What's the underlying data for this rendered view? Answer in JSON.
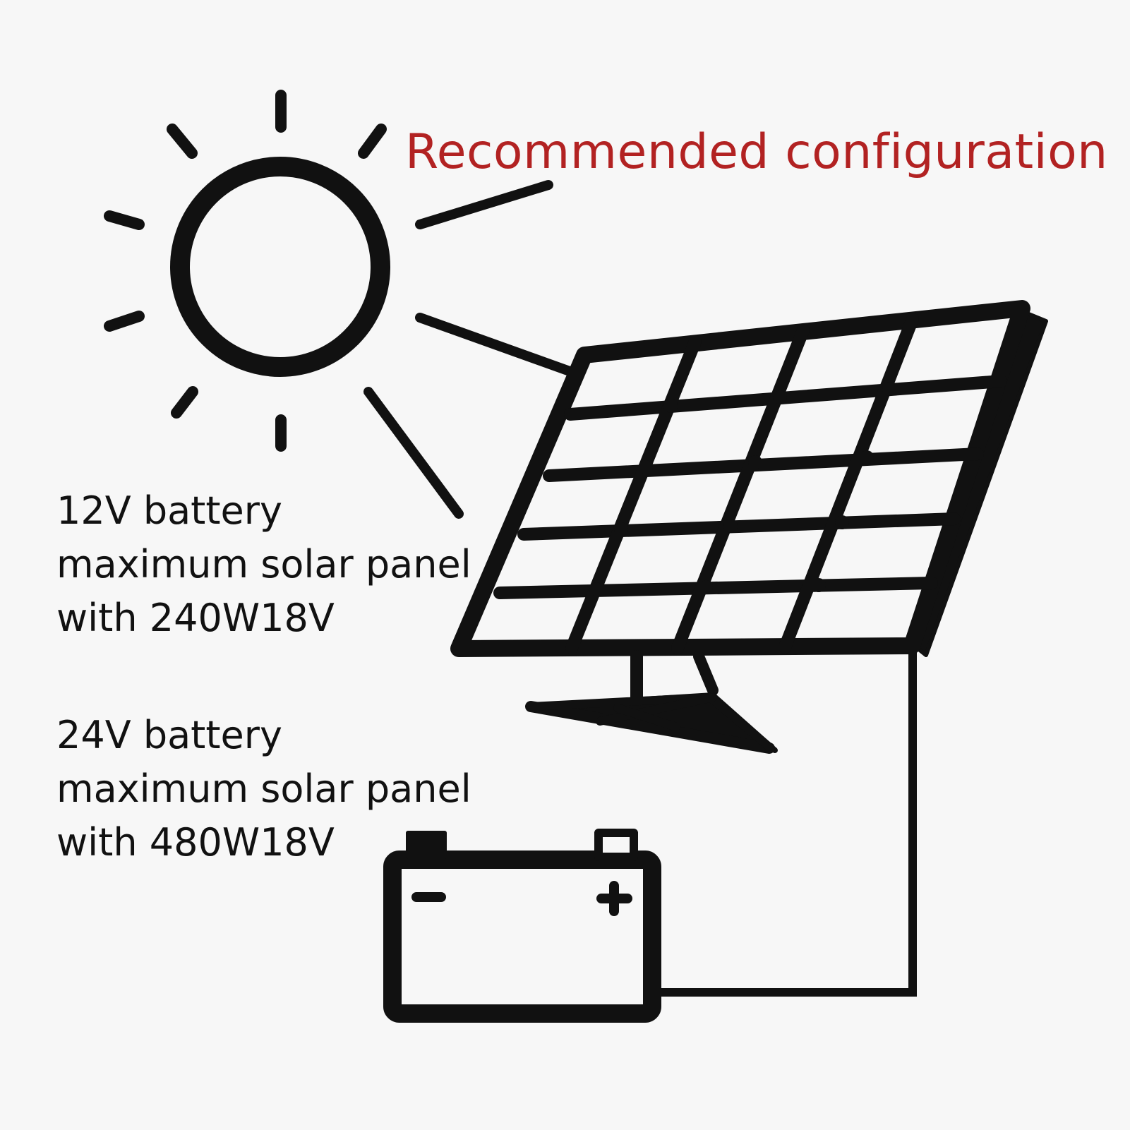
{
  "headline": "Recommended configuration",
  "colors": {
    "headline": "#b22222",
    "ink": "#111111",
    "background": "#f7f7f7"
  },
  "specs": [
    {
      "battery": "12V battery",
      "line2": "maximum solar panel",
      "line3": "with 240W18V"
    },
    {
      "battery": "24V battery",
      "line2": "maximum solar panel",
      "line3": "with 480W18V"
    }
  ],
  "icons": {
    "sun": "sun-icon",
    "solar_panel": "solar-panel-icon",
    "battery": "battery-icon"
  },
  "battery_terminals": {
    "negative": "−",
    "positive": "+"
  }
}
